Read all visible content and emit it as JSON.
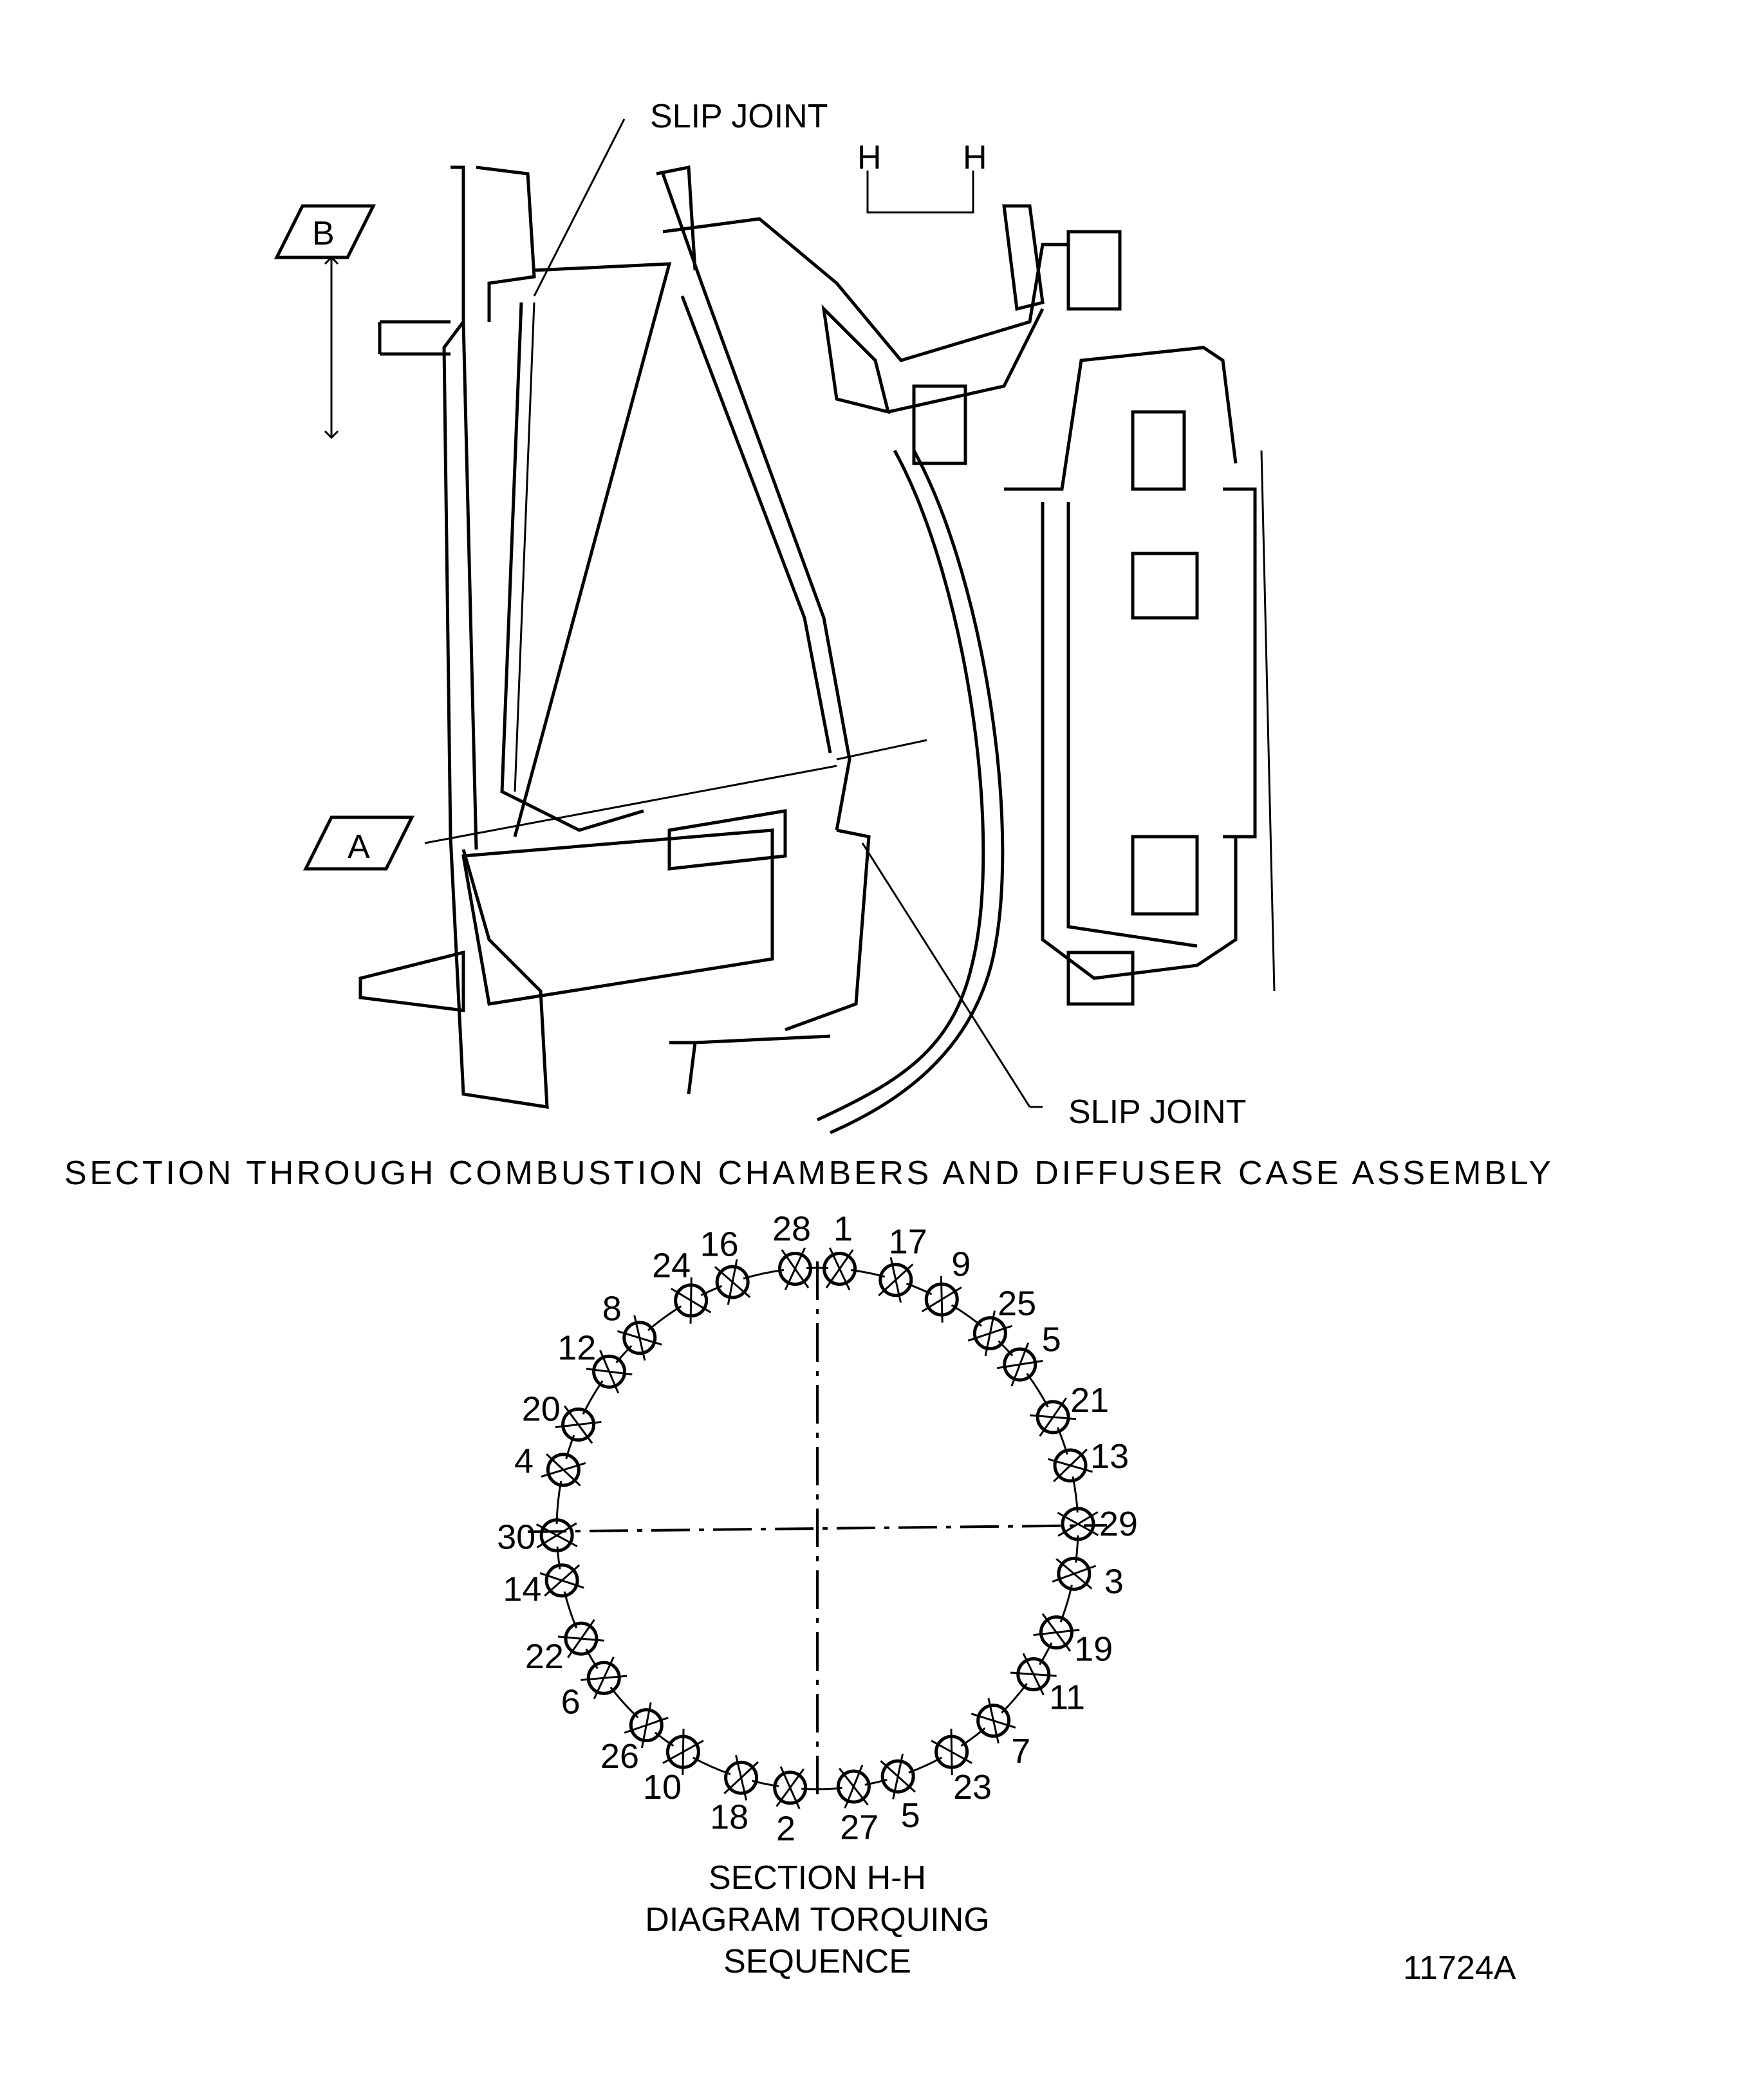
{
  "section_view": {
    "callout_top": "SLIP JOINT",
    "callout_bottom": "SLIP JOINT",
    "section_markers": [
      "H",
      "H"
    ],
    "detail_b": "B",
    "detail_a": "A",
    "caption": "SECTION THROUGH COMBUSTION CHAMBERS AND DIFFUSER CASE ASSEMBLY"
  },
  "torque_diagram": {
    "bolt_labels": [
      "28",
      "1",
      "17",
      "9",
      "25",
      "5",
      "21",
      "13",
      "29",
      "3",
      "19",
      "11",
      "7",
      "23",
      "5",
      "27",
      "2",
      "18",
      "10",
      "26",
      "6",
      "22",
      "14",
      "30",
      "4",
      "20",
      "12",
      "8",
      "24",
      "16"
    ],
    "title_lines": [
      "SECTION H-H",
      "DIAGRAM TORQUING",
      "SEQUENCE"
    ]
  },
  "figure_number": "11724A"
}
